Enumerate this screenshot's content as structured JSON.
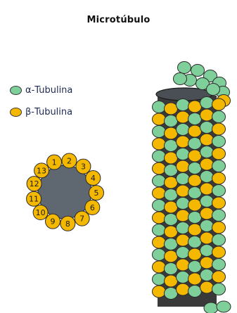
{
  "title": "Microtúbulo",
  "legend": [
    {
      "label": "α-Tubulina",
      "color": "#7fcf9a"
    },
    {
      "label": "β-Tubulina",
      "color": "#f5b800"
    }
  ],
  "cross_section": {
    "numbers": [
      "1",
      "2",
      "3",
      "4",
      "5",
      "6",
      "7",
      "8",
      "9",
      "10",
      "11",
      "12",
      "13"
    ],
    "core_color": "#5f6870"
  },
  "colors": {
    "alpha": "#7fcf9a",
    "beta": "#f5b800",
    "outline": "#2c2c2c",
    "core": "#3a3a3a"
  }
}
